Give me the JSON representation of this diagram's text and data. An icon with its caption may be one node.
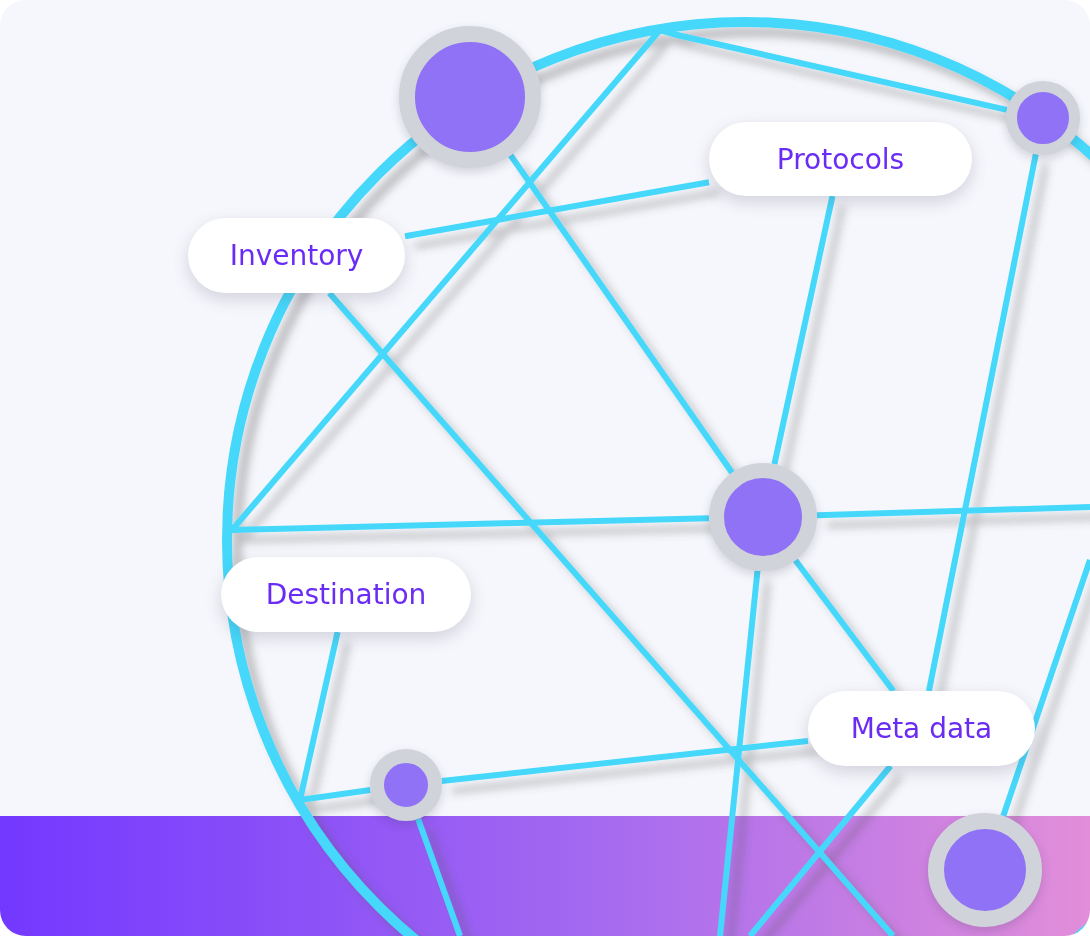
{
  "diagram": {
    "nodes": [
      {
        "text": [],
        "shape": "circle"
      },
      {
        "text": [],
        "shape": "circle"
      },
      {
        "text": [
          "Protocols"
        ]
      },
      {
        "text": [
          "Inventory"
        ]
      },
      {
        "text": [],
        "shape": "circle"
      },
      {
        "text": [
          "Destination"
        ]
      },
      {
        "text": [
          "Meta data"
        ]
      },
      {
        "text": [],
        "shape": "circle"
      },
      {
        "text": [],
        "shape": "circle"
      }
    ],
    "edges": [
      {
        "from": 3,
        "to": 2,
        "arrow": "none"
      },
      {
        "from": 2,
        "to": 4,
        "arrow": "none"
      },
      {
        "from": 0,
        "to": 4,
        "arrow": "none"
      },
      {
        "from": 5,
        "to": 7,
        "arrow": "none"
      },
      {
        "from": 7,
        "to": 6,
        "arrow": "none"
      },
      {
        "from": 4,
        "to": 6,
        "arrow": "none"
      },
      {
        "from": 1,
        "to": 6,
        "arrow": "none"
      },
      {
        "from": 3,
        "to": null,
        "arrow": "none"
      },
      {
        "from": 4,
        "to": null,
        "arrow": "none"
      },
      {
        "from": 7,
        "to": null,
        "arrow": "none"
      },
      {
        "from": 6,
        "to": null,
        "arrow": "none"
      },
      {
        "from": null,
        "to": 8,
        "arrow": "none"
      },
      {
        "from": null,
        "to": 1,
        "arrow": "none"
      },
      {
        "from": null,
        "to": 4,
        "arrow": "none"
      },
      {
        "from": 4,
        "to": null,
        "arrow": "none"
      }
    ]
  }
}
